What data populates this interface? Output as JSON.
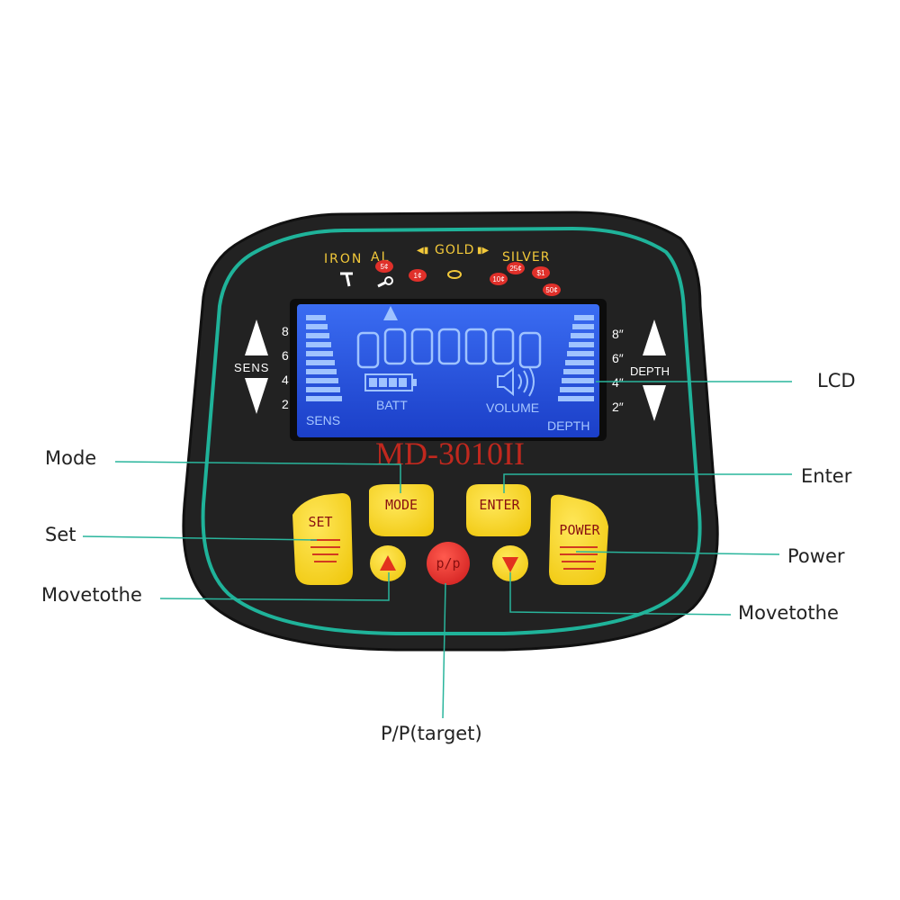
{
  "device": {
    "model": "MD-3010II",
    "top_labels": {
      "iron": "IRON",
      "al": "AL",
      "gold": "GOLD",
      "silver": "SILVER"
    },
    "coins": [
      "5¢",
      "1¢",
      "25¢",
      "$1",
      "10¢",
      "50¢"
    ],
    "lcd": {
      "sens_label": "SENS",
      "batt_label": "BATT",
      "volume_label": "VOLUME",
      "depth_label": "DEPTH",
      "digits": "0000000"
    },
    "left_scale": {
      "label": "SENS",
      "ticks": [
        "8",
        "6",
        "4",
        "2"
      ]
    },
    "right_scale": {
      "label": "DEPTH",
      "ticks": [
        "8″",
        "6″",
        "4″",
        "2″"
      ]
    },
    "buttons": {
      "mode": "MODE",
      "enter": "ENTER",
      "set": "SET",
      "power": "POWER",
      "pinpoint": "p/p"
    },
    "colors": {
      "body": "#232323",
      "trim": "#1fb39a",
      "button": "#f7d31c",
      "pinpoint": "#e22a2a",
      "lcd": "#1f4fe0",
      "model_text": "#c0281e"
    }
  },
  "callouts": {
    "lcd": "LCD",
    "mode": "Mode",
    "enter": "Enter",
    "set": "Set",
    "power": "Power",
    "move_up": "Movetothe",
    "move_down": "Movetothe",
    "pinpoint": "P/P(target)"
  }
}
